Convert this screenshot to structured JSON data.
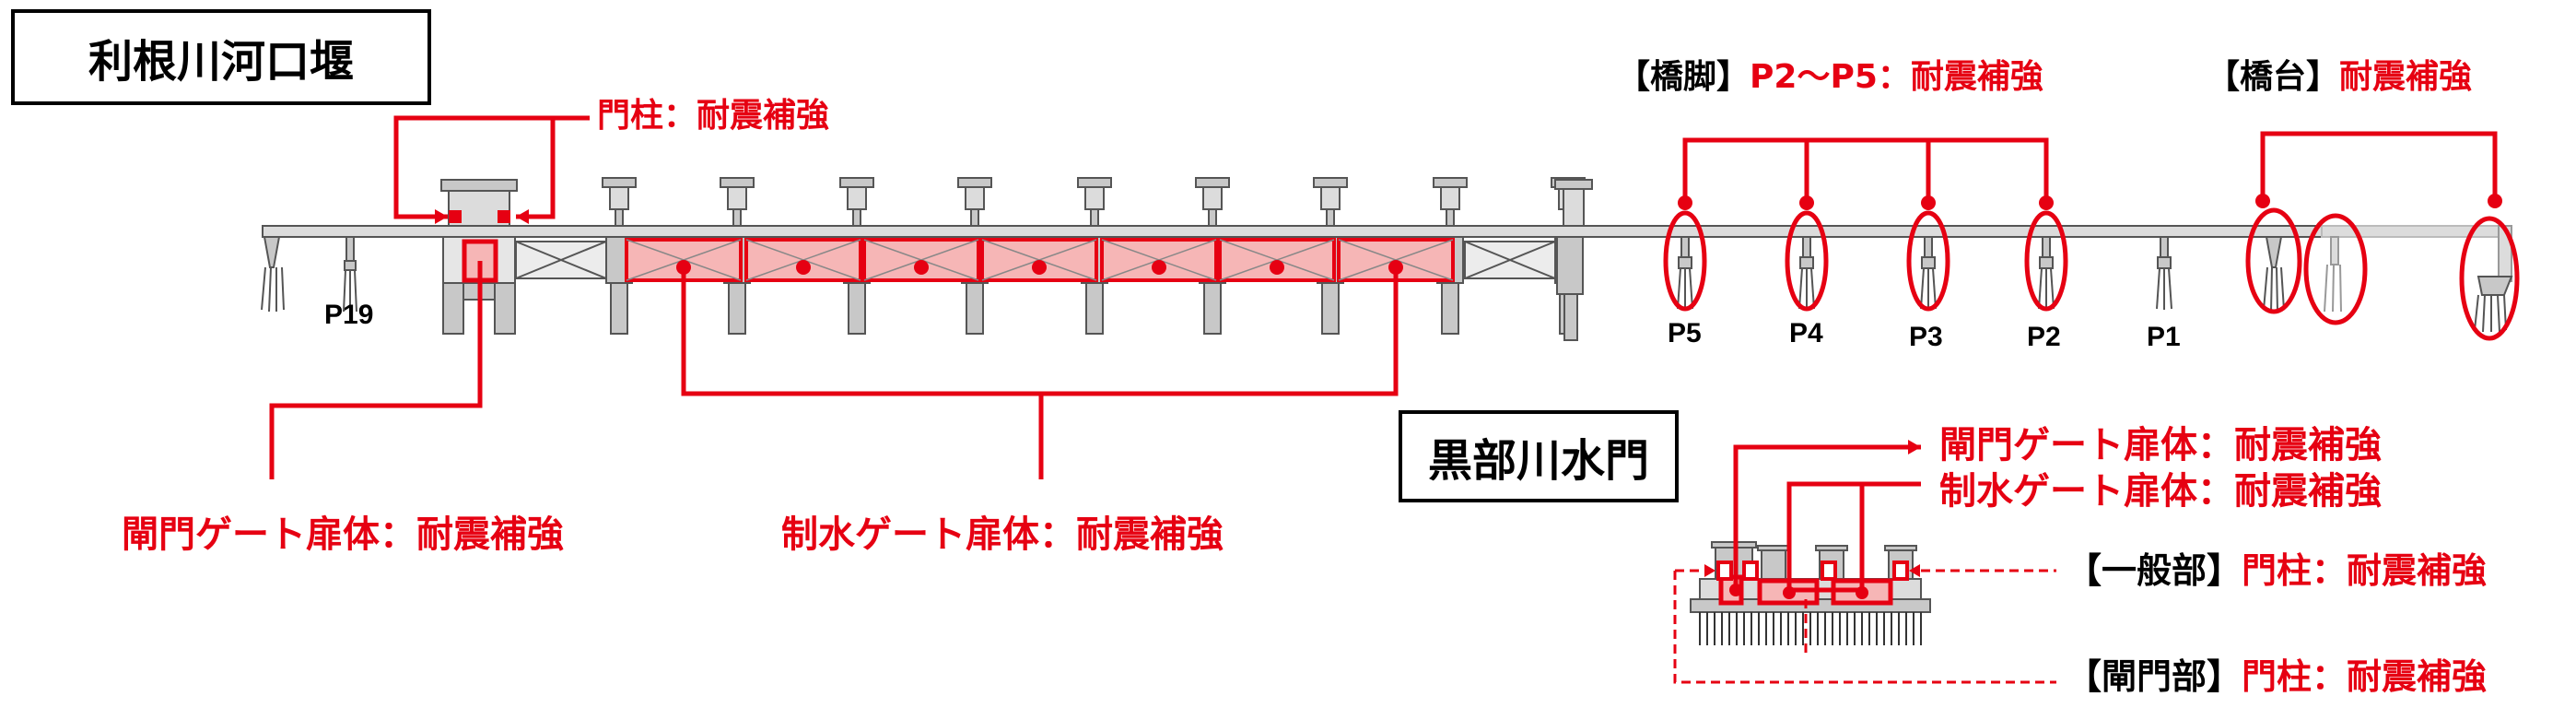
{
  "colors": {
    "accent_red": "#e60012",
    "gate_fill": "#f6b6b6",
    "structure_gray": "#c8c8c8",
    "structure_dark": "#555555"
  },
  "tone": {
    "title": "利根川河口堰"
  },
  "kurobe": {
    "title": "黒部川水門"
  },
  "labels": {
    "monchu": "門柱：耐震補強",
    "kyokyaku_bracket": "【橋脚】",
    "kyokyaku_text": "P2～P5：耐震補強",
    "kyodai_bracket": "【橋台】",
    "kyodai_text": "耐震補強",
    "komon_gate": "閘門ゲート扉体：耐震補強",
    "seisui_gate": "制水ゲート扉体：耐震補強",
    "k_komon_gate": "閘門ゲート扉体：耐震補強",
    "k_seisui_gate": "制水ゲート扉体：耐震補強",
    "ippan_bracket": "【一般部】",
    "ippan_text": "門柱：耐震補強",
    "komonbu_bracket": "【閘門部】",
    "komonbu_text": "門柱：耐震補強"
  },
  "piers": {
    "p19": "P19",
    "p5": "P5",
    "p4": "P4",
    "p3": "P3",
    "p2": "P2",
    "p1": "P1"
  }
}
